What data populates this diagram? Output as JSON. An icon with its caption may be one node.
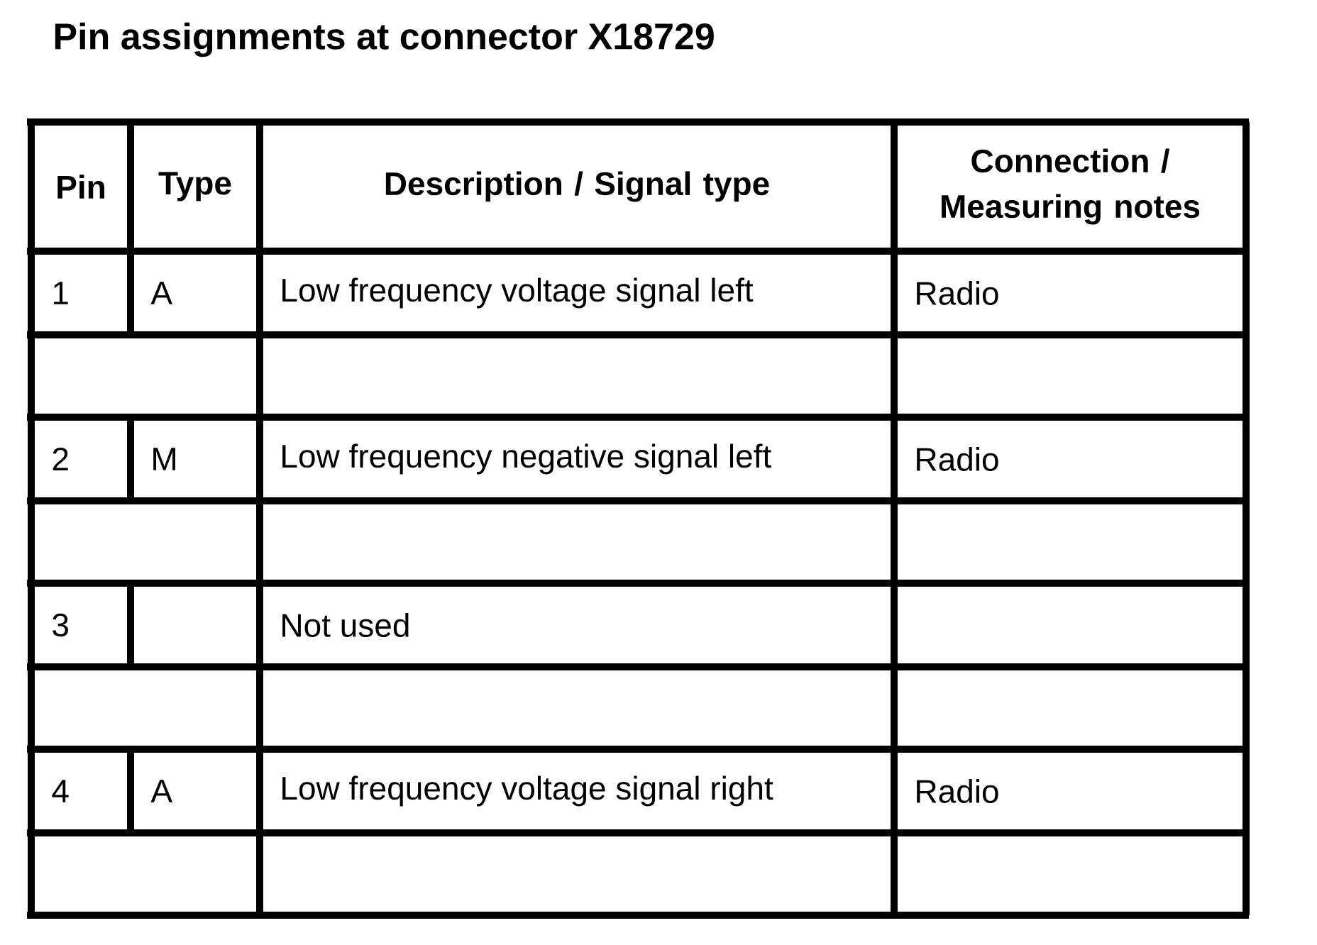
{
  "diagram": {
    "title": "Pin assignments at connector X18729",
    "labels": [
      "Pin",
      "Type",
      "Description / Signal type",
      "Connection / Measuring notes",
      "1",
      "A",
      "Low frequency voltage signal left",
      "Radio",
      "2",
      "M",
      "Low frequency negative signal left",
      "Radio",
      "3",
      "Not used",
      "4",
      "A",
      "Low frequency voltage signal right",
      "Radio"
    ]
  }
}
